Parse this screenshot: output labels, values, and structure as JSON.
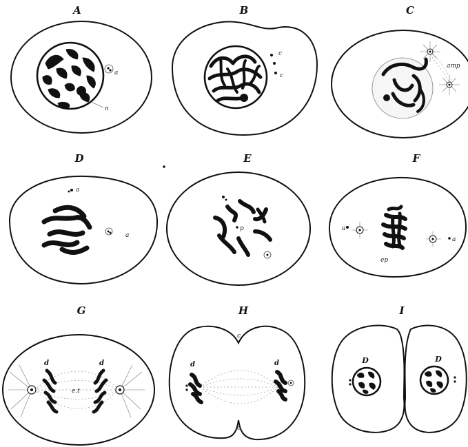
{
  "panels": [
    {
      "id": "A",
      "title": "A",
      "labels": [
        "a",
        "n"
      ]
    },
    {
      "id": "B",
      "title": "B",
      "labels": [
        "c",
        "c"
      ]
    },
    {
      "id": "C",
      "title": "C",
      "labels": [
        "amp"
      ]
    },
    {
      "id": "D",
      "title": "D",
      "labels": [
        "a",
        "a"
      ]
    },
    {
      "id": "E",
      "title": "E",
      "labels": [
        "p"
      ]
    },
    {
      "id": "F",
      "title": "F",
      "labels": [
        "a",
        "ep",
        "a"
      ]
    },
    {
      "id": "G",
      "title": "G",
      "labels": [
        "d",
        "d",
        "e.t"
      ]
    },
    {
      "id": "H",
      "title": "H",
      "labels": [
        "c",
        "c",
        "d",
        "d"
      ]
    },
    {
      "id": "I",
      "title": "I",
      "labels": [
        "D",
        "D"
      ]
    }
  ]
}
